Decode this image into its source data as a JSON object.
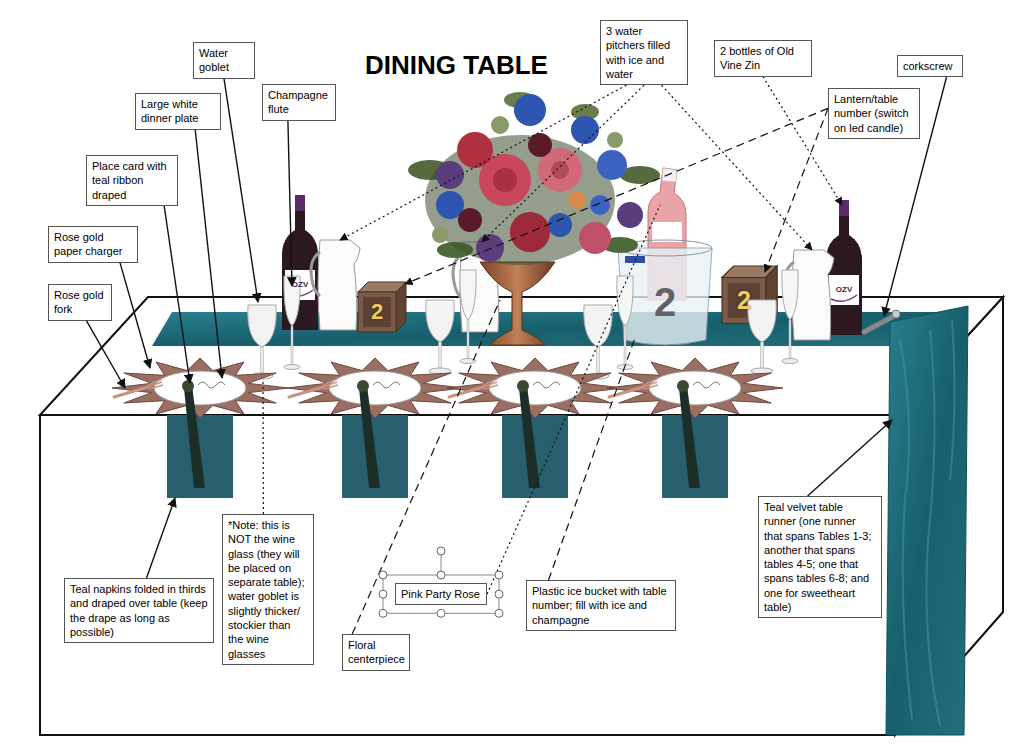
{
  "diagram": {
    "title": "DINING TABLE",
    "nodes": [
      {
        "text": [
          "Water goblet"
        ]
      },
      {
        "text": [
          "Large white dinner plate"
        ]
      },
      {
        "text": [
          "Champagne flute"
        ]
      },
      {
        "text": [
          "Place card with teal ribbon draped"
        ]
      },
      {
        "text": [
          "Rose gold paper charger"
        ]
      },
      {
        "text": [
          "Rose gold fork"
        ]
      },
      {
        "text": [
          "3 water pitchers filled with ice and water"
        ]
      },
      {
        "text": [
          "2 bottles of Old Vine Zin"
        ]
      },
      {
        "text": [
          "corkscrew"
        ]
      },
      {
        "text": [
          "Lantern/table number (switch on led candle)"
        ]
      },
      {
        "text": [
          "Teal napkins folded in thirds and draped over table (keep the drape as long as possible)"
        ]
      },
      {
        "text": [
          "*Note: this is NOT the wine glass (they will be placed on separate table); water goblet is slightly thicker/ stockier than the wine glasses"
        ]
      },
      {
        "text": [
          "Pink Party Rose"
        ]
      },
      {
        "text": [
          "Floral centerpiece"
        ]
      },
      {
        "text": [
          "Plastic ice bucket with table number; fill with ice and champagne"
        ]
      },
      {
        "text": [
          "Teal velvet table runner (one runner that spans Tables 1-3; another that spans tables 4-5; one that spans tables 6-8; and one for sweetheart table)"
        ]
      }
    ],
    "labels": [
      "OZV",
      "2",
      "2",
      "2",
      "OZV"
    ]
  }
}
